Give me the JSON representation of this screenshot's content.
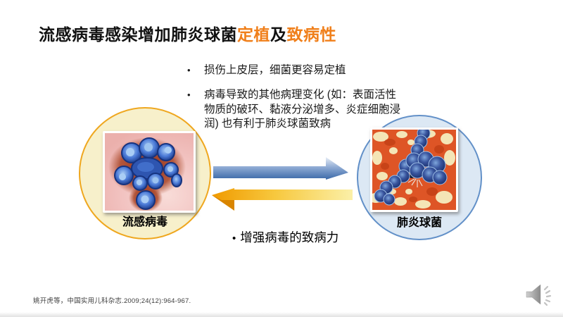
{
  "slide": {
    "title": {
      "part1": "流感病毒感染增加肺炎球菌",
      "part2": "定植",
      "part3": "及",
      "part4": "致病性",
      "accent_color": "#F07F1A"
    },
    "bullet_char": "•",
    "bullets": [
      {
        "text": "损伤上皮层，细菌更容易定植"
      },
      {
        "text": "病毒导致的其他病理变化 (如：表面活性物质的破环、黏液分泌增多、炎症细胞浸润) 也有利于肺炎球菌致病"
      }
    ],
    "left_group": {
      "label": "流感病毒",
      "image": "influenza-virus-electron-micrograph",
      "circle_fill": "#F7F0CB",
      "circle_border": "#EFA71F"
    },
    "right_group": {
      "label": "肺炎球菌",
      "image": "pneumococcus-electron-micrograph",
      "circle_fill": "#DCE8F4",
      "circle_border": "#6290C8"
    },
    "arrows": {
      "right_arrow_color_dark": "#3A68A7",
      "right_arrow_color_light": "#E9EFF7",
      "left_arrow_color_dark": "#F09A00",
      "left_arrow_color_light": "#FBF0A8"
    },
    "note": {
      "bullet": "•",
      "text": "增强病毒的致病力"
    },
    "citation": "姚开虎等，中国实用儿科杂志.2009;24(12):964-967.",
    "icons": {
      "audio": "speaker-icon"
    }
  }
}
